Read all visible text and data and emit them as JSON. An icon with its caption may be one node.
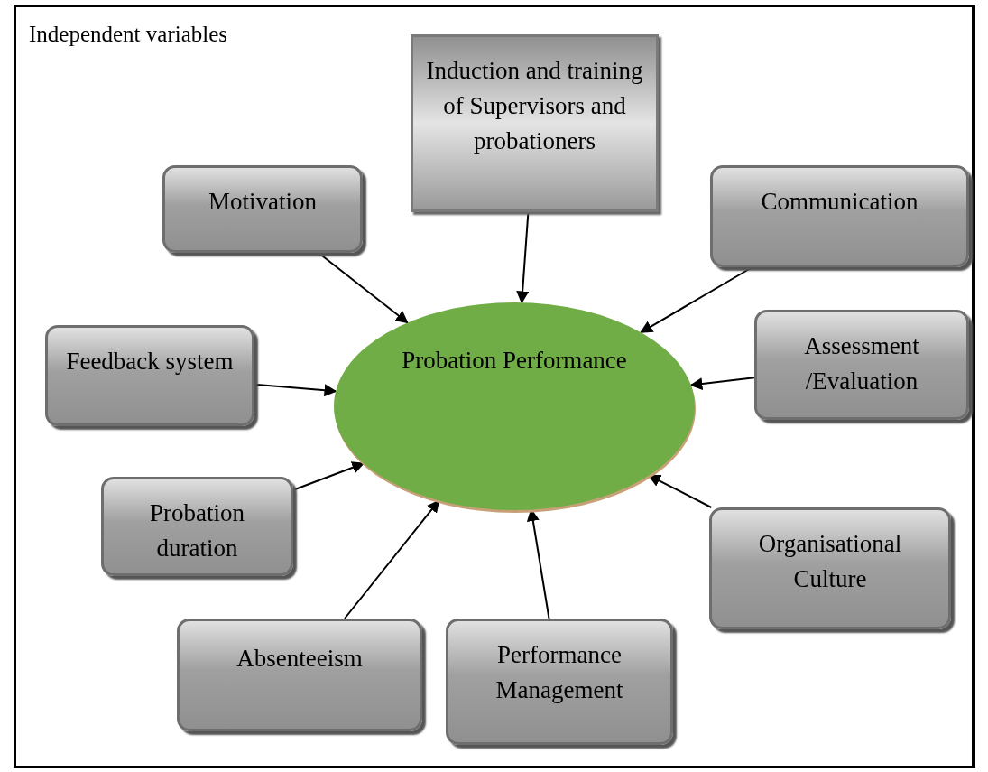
{
  "diagram": {
    "nodes": [
      {
        "text": [
          "Induction and training of Supervisors and probationers"
        ]
      },
      {
        "text": [
          "Motivation"
        ]
      },
      {
        "text": [
          "Communication"
        ]
      },
      {
        "text": [
          "Feedback system"
        ]
      },
      {
        "text": [
          "Probation Performance"
        ]
      },
      {
        "text": [
          "Assessment /Evaluation"
        ]
      },
      {
        "text": [
          "Probation duration"
        ]
      },
      {
        "text": [
          "Organisational Culture"
        ]
      },
      {
        "text": [
          "Absenteeism"
        ]
      },
      {
        "text": [
          "Performance Management"
        ]
      }
    ],
    "edges": [
      {
        "from": 0,
        "to": 4,
        "arrow": "to"
      },
      {
        "from": 1,
        "to": 4,
        "arrow": "to"
      },
      {
        "from": 2,
        "to": 4,
        "arrow": "to"
      },
      {
        "from": 3,
        "to": 4,
        "arrow": "to"
      },
      {
        "from": 5,
        "to": 4,
        "arrow": "to"
      },
      {
        "from": 6,
        "to": 4,
        "arrow": "to"
      },
      {
        "from": 7,
        "to": 4,
        "arrow": "to"
      },
      {
        "from": 8,
        "to": 4,
        "arrow": "to"
      },
      {
        "from": 9,
        "to": 4,
        "arrow": "to"
      }
    ],
    "labels": [
      "Independent variables"
    ]
  }
}
